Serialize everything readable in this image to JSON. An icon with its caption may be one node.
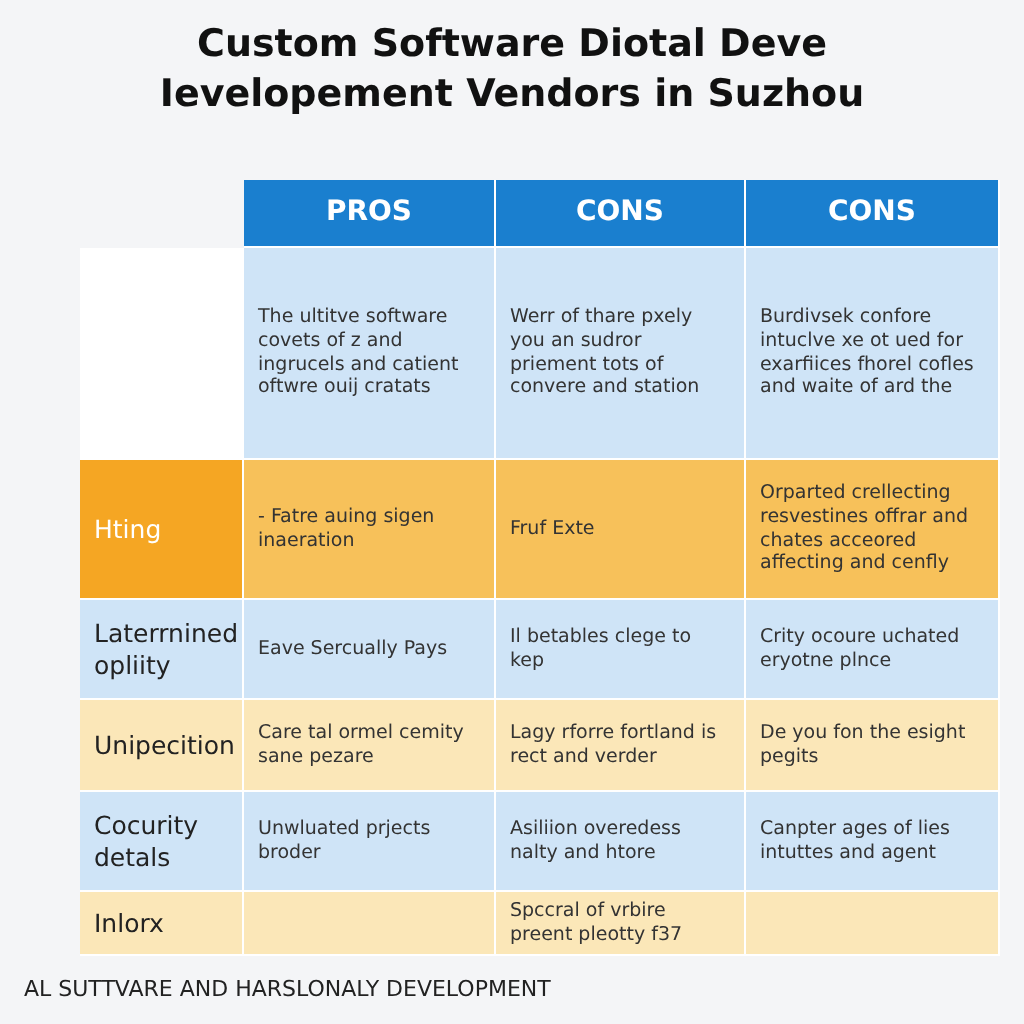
{
  "diagram": {
    "title": "Custom Software Diotal Deve Ievelopement Vendors in Suzhou",
    "labels": [
      "PROS",
      "CONS",
      "CONS",
      "The ultitve software covets of z and ingrucels and catient oftwre ouij cratats",
      "Werr of thare pxely you an sudror priement tots of convere and station",
      "Burdivsek confore intuclve xe ot ued for exarfiices fhorel cofles and waite of ard the",
      "Hting",
      "- Fatre auing sigen inaeration",
      "Fruf Exte",
      "Orparted crellecting resvestines offrar and chates acceored affecting and cenfly",
      "Laterrnined opliity",
      "Eave Sercually Pays",
      "Il betables clege to kep",
      "Crity ocoure uchated eryotne plnce",
      "Unipecition",
      "Care tal ormel cemity sane pezare",
      "Lagy rforre fortland is rect and verder",
      "De you fon the esight pegits",
      "Cocurity detals",
      "Unwluated prjects broder",
      "Asiliion overedess nalty and htore",
      "Canpter ages of lies intuttes and agent",
      "Inlorx",
      "Spccral of vrbire preent pleotty f37",
      "AL SUTTVARE AND HARSLONALY DEVELOPMENT"
    ]
  }
}
